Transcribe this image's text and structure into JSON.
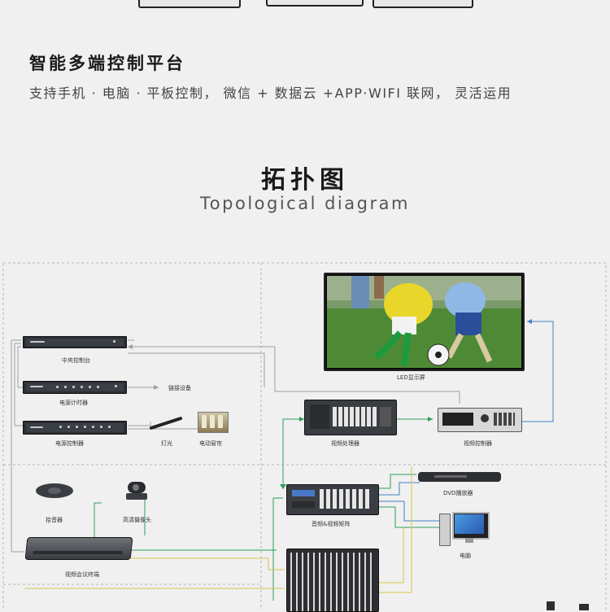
{
  "hero": {
    "headline": "智能多端控制平台",
    "subline": "支持手机 · 电脑 · 平板控制， 微信 + 数据云 +APP·WIFI 联网， 灵活运用"
  },
  "section": {
    "title_cn": "拓扑图",
    "title_en": "Topological diagram"
  },
  "diagram": {
    "line_colors": {
      "gray": "#9aa0a6",
      "green": "#2e9e5b",
      "blue": "#3f7fc4",
      "yellow": "#d6c34a",
      "frame": "#b5b5b5"
    },
    "labels": {
      "central_control": "中央控制台",
      "linked_device": "链接设备",
      "power_timer": "电源计时器",
      "power_controller": "电源控制器",
      "light": "灯光",
      "curtain": "电动窗帘",
      "led_screen": "LED显示屏",
      "video_processor": "视频处理器",
      "video_controller": "视频控制器",
      "dvd_player": "DVD播放器",
      "pickup": "拾音器",
      "hd_camera": "高清摄像头",
      "av_matrix": "音频&视频矩阵",
      "computer": "电脑",
      "video_conf_terminal": "视频会议终端"
    }
  }
}
